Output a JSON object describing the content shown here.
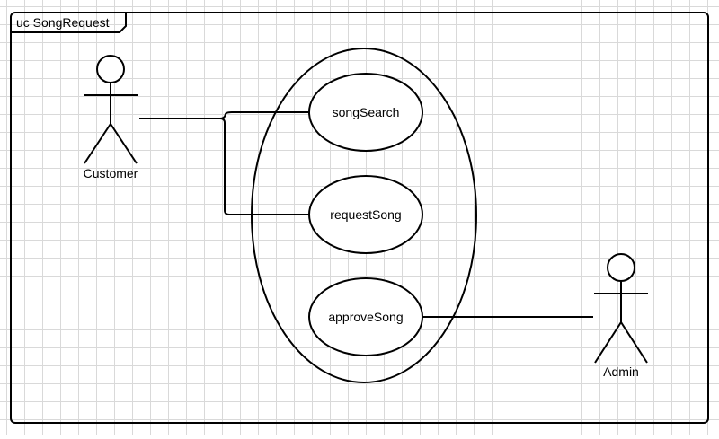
{
  "diagram": {
    "frame_title": "uc SongRequest",
    "actors": [
      {
        "id": "customer",
        "label": "Customer"
      },
      {
        "id": "admin",
        "label": "Admin"
      }
    ],
    "use_cases": [
      {
        "id": "songSearch",
        "label": "songSearch"
      },
      {
        "id": "requestSong",
        "label": "requestSong"
      },
      {
        "id": "approveSong",
        "label": "approveSong"
      }
    ],
    "associations": [
      {
        "from": "customer",
        "to": "songSearch"
      },
      {
        "from": "customer",
        "to": "requestSong"
      },
      {
        "from": "admin",
        "to": "approveSong"
      }
    ],
    "colors": {
      "stroke": "#000000",
      "background": "#ffffff",
      "grid": "#d9d9d9"
    }
  }
}
